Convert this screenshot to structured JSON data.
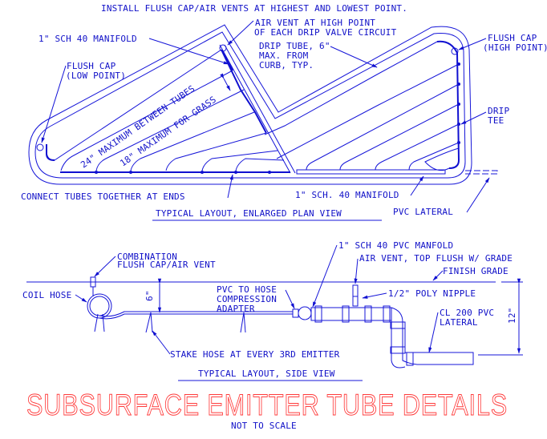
{
  "plan_view": {
    "top_note": "INSTALL FLUSH CAP/AIR VENTS AT HIGHEST AND LOWEST POINT.",
    "air_vent_line1": "AIR VENT AT HIGH POINT",
    "air_vent_line2": "OF EACH DRIP VALVE CIRCUIT",
    "manifold_top": "1\" SCH 40 MANIFOLD",
    "drip_tube_line1": "DRIP TUBE, 6\"",
    "drip_tube_line2": "MAX. FROM",
    "drip_tube_line3": "CURB, TYP.",
    "flush_cap_high_line1": "FLUSH CAP",
    "flush_cap_high_line2": "(HIGH POINT)",
    "flush_cap_low_line1": "FLUSH CAP",
    "flush_cap_low_line2": "(LOW POINT)",
    "spacing_24": "24\" MAXIMUM BETWEEN TUBES",
    "spacing_18": "18\" MAXIMUM FOR GRASS",
    "drip_tee_line1": "DRIP",
    "drip_tee_line2": "TEE",
    "connect_tubes": "CONNECT TUBES TOGETHER AT ENDS",
    "manifold_bottom": "1\" SCH. 40 MANIFOLD",
    "pvc_lateral": "PVC LATERAL",
    "caption": "TYPICAL LAYOUT, ENLARGED PLAN VIEW"
  },
  "side_view": {
    "combo_line1": "COMBINATION",
    "combo_line2": "FLUSH CAP/AIR VENT",
    "coil_hose": "COIL HOSE",
    "dim_6": "6\"",
    "adapter_line1": "PVC TO HOSE",
    "adapter_line2": "COMPRESSION",
    "adapter_line3": "ADAPTER",
    "pvc_manifold": "1\" SCH 40 PVC MANFOLD",
    "air_vent": "AIR VENT, TOP FLUSH W/ GRADE",
    "finish_grade": "FINISH GRADE",
    "poly_nipple": "1/2\" POLY NIPPLE",
    "lateral_line1": "CL 200 PVC",
    "lateral_line2": "LATERAL",
    "dim_12": "12\"",
    "stake_hose": "STAKE HOSE AT EVERY 3RD EMITTER",
    "caption": "TYPICAL LAYOUT, SIDE VIEW"
  },
  "title": "SUBSURFACE EMITTER TUBE DETAILS",
  "subtitle": "NOT TO SCALE",
  "colors": {
    "linework": "#1515d8",
    "title": "#ff3a3a"
  }
}
